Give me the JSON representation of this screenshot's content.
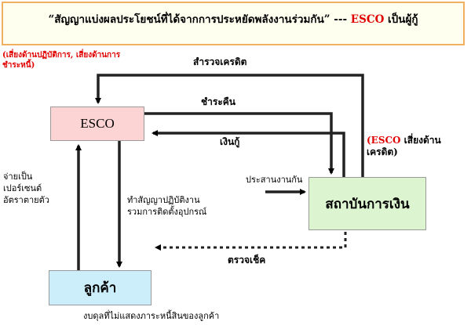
{
  "title": {
    "prefix": "“สัญญาแบ่งผลประโยชน์ที่ได้จากการประหยัดพลังงานร่วมกัน” --- ",
    "esco": "ESCO",
    "suffix": " เป็นผู้กู้"
  },
  "nodes": {
    "esco": "ESCO",
    "bank": "สถาบันการเงิน",
    "customer": "ลูกค้า"
  },
  "labels": {
    "esco_risk_line1": "(เสี่ยงด้านปฏิบัติการ, เสี่ยงด้านการ",
    "esco_risk_line2": "ชำระหนี้)",
    "credit_check": "สำรวจเครดิต",
    "repay": "ชำระคืน",
    "loan": "เงินกู้",
    "bank_risk_esco": "(ESCO",
    "bank_risk_line1_rest": " เสี่ยงด้าน",
    "bank_risk_line2": "เครดิต)",
    "insurance": "ประสานงานกัน",
    "pay_line1": "จ่ายเป็น",
    "pay_line2": "เปอร์เซนต์",
    "pay_line3": "อัตราตายตัว",
    "contract_line1": "ทำสัญญาปฏิบัติงาน",
    "contract_line2": "รวมการติดตั้งอุปกรณ์",
    "verify": "ตรวจเช็ค",
    "footer": "งบดุลที่ไม่แสดงภาระหนี้สินของลูกค้า"
  },
  "colors": {
    "esco_box": "#fcd4d4",
    "bank_box": "#dcf5d0",
    "customer_box": "#ccedfa",
    "title_border": "#f0b060",
    "accent_red": "#e00000"
  }
}
